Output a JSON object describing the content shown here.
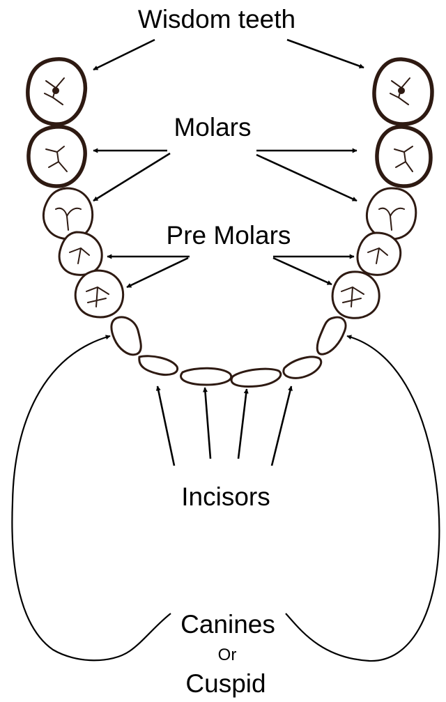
{
  "labels": {
    "wisdom_teeth": "Wisdom teeth",
    "molars": "Molars",
    "pre_molars": "Pre Molars",
    "incisors": "Incisors",
    "canines": "Canines",
    "or": "Or",
    "cuspid": "Cuspid"
  },
  "colors": {
    "tooth_outline": "#2e1a12",
    "arrow": "#000000",
    "background": "#ffffff"
  }
}
